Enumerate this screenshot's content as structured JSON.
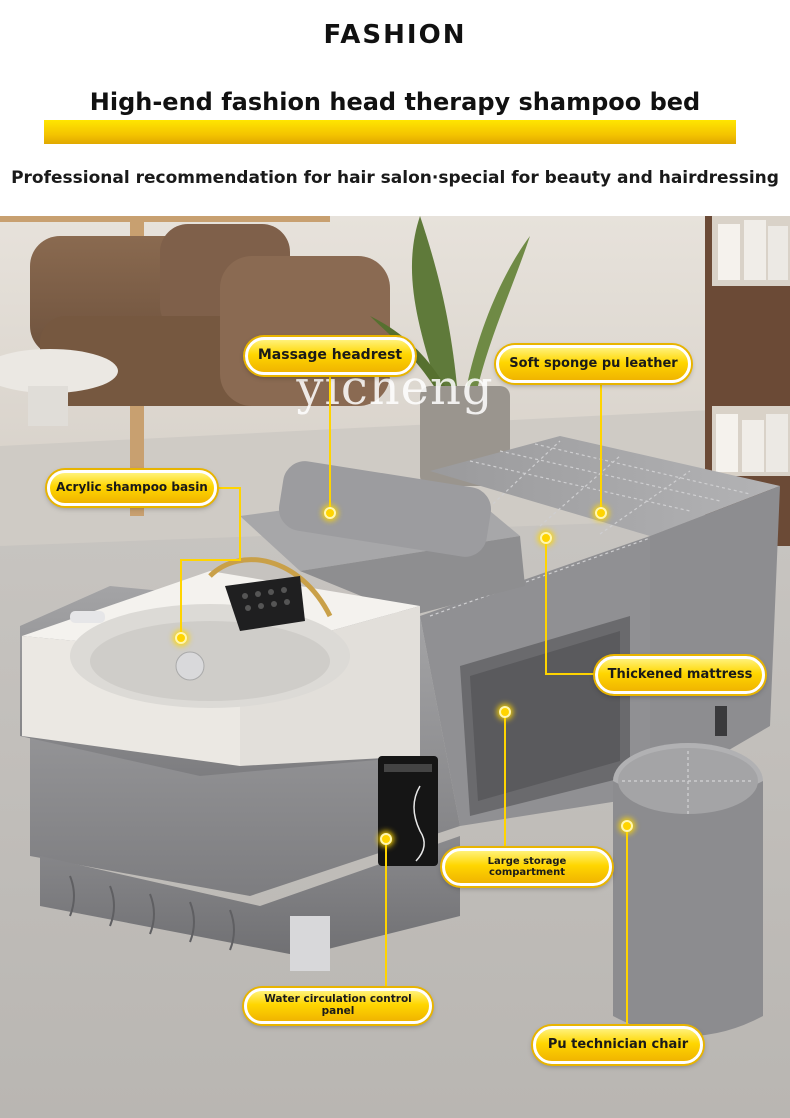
{
  "header": {
    "brand": "FASHION",
    "headline": "High-end fashion head therapy shampoo bed",
    "subline": "Professional recommendation for hair salon·special for beauty and hairdressing"
  },
  "watermark": "yicheng",
  "callouts": {
    "massage_headrest": "Massage headrest",
    "soft_sponge": "Soft sponge pu leather",
    "acrylic_basin": "Acrylic shampoo basin",
    "thickened_mattress": "Thickened mattress",
    "storage_line1": "Large storage",
    "storage_line2": "compartment",
    "control_panel": "Water circulation control panel",
    "technician_chair": "Pu technician chair"
  },
  "colors": {
    "accent": "#ffd600",
    "bed": "#8e8e90",
    "basin": "#f4f2ee"
  }
}
